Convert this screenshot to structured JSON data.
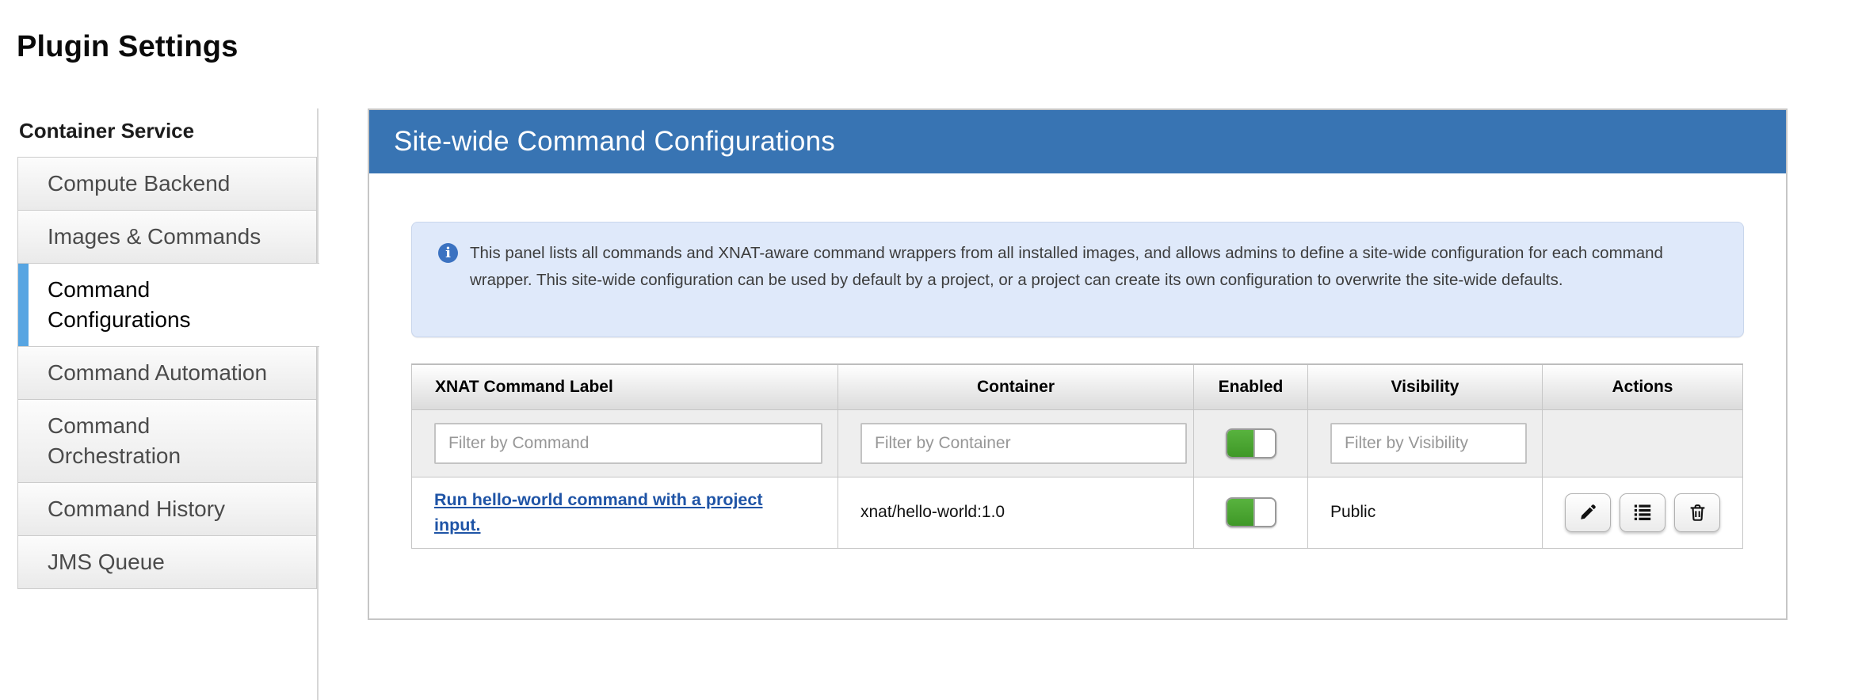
{
  "page": {
    "title": "Plugin Settings"
  },
  "sidebar": {
    "header": "Container Service",
    "items": [
      {
        "label": "Compute Backend",
        "active": false
      },
      {
        "label": "Images & Commands",
        "active": false
      },
      {
        "label": "Command Configurations",
        "active": true
      },
      {
        "label": "Command Automation",
        "active": false
      },
      {
        "label": "Command Orchestration",
        "active": false
      },
      {
        "label": "Command History",
        "active": false
      },
      {
        "label": "JMS Queue",
        "active": false
      }
    ]
  },
  "panel": {
    "title": "Site-wide Command Configurations",
    "info": {
      "icon": "info-icon",
      "icon_glyph": "i",
      "text": "This panel lists all commands and XNAT-aware command wrappers from all installed images, and allows admins to define a site-wide configuration for each command wrapper. This site-wide configuration can be used by default by a project, or a project can create its own configuration to overwrite the site-wide defaults."
    },
    "table": {
      "columns": [
        "XNAT Command Label",
        "Container",
        "Enabled",
        "Visibility",
        "Actions"
      ],
      "filters": {
        "command_placeholder": "Filter by Command",
        "container_placeholder": "Filter by Container",
        "visibility_placeholder": "Filter by Visibility",
        "enabled_toggle_state": "on"
      },
      "rows": [
        {
          "command_label": "Run hello-world command with a project input.",
          "container": "xnat/hello-world:1.0",
          "enabled": "on",
          "visibility": "Public",
          "actions": [
            "edit",
            "view-config",
            "delete"
          ]
        }
      ]
    }
  },
  "icons": {
    "edit": "pencil-icon",
    "view_config": "list-icon",
    "delete": "trash-icon",
    "info": "info-circle-icon"
  },
  "colors": {
    "panel_header_bg": "#3874b3",
    "active_tab_bar": "#57a5e2",
    "link_blue": "#1f54a6",
    "toggle_green": "#47a432",
    "info_box_bg": "#dfe9fa",
    "info_icon_bg": "#3b72c1",
    "filter_row_bg": "#eeeeee"
  }
}
